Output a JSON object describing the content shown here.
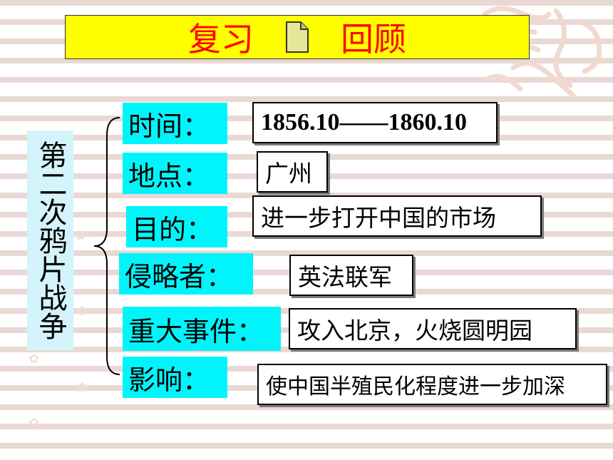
{
  "title": {
    "left": "复习",
    "right": "回顾",
    "icon": "document-icon"
  },
  "side_title": "第二次鸦片战争",
  "rows": [
    {
      "label": "时间：",
      "answer": "1856.10——1860.10"
    },
    {
      "label": "地点：",
      "answer": "广州"
    },
    {
      "label": "目的：",
      "answer": "进一步打开中国的市场"
    },
    {
      "label": "侵略者：",
      "answer": "英法联军"
    },
    {
      "label": "重大事件：",
      "answer": "攻入北京，火烧圆明园"
    },
    {
      "label": "影响：",
      "answer": "使中国半殖民化程度进一步加深"
    }
  ],
  "colors": {
    "title_bg": "#ffff00",
    "title_text": "#ff0000",
    "label_bg": "#00f5fa",
    "side_bg": "#d4f4fb"
  }
}
